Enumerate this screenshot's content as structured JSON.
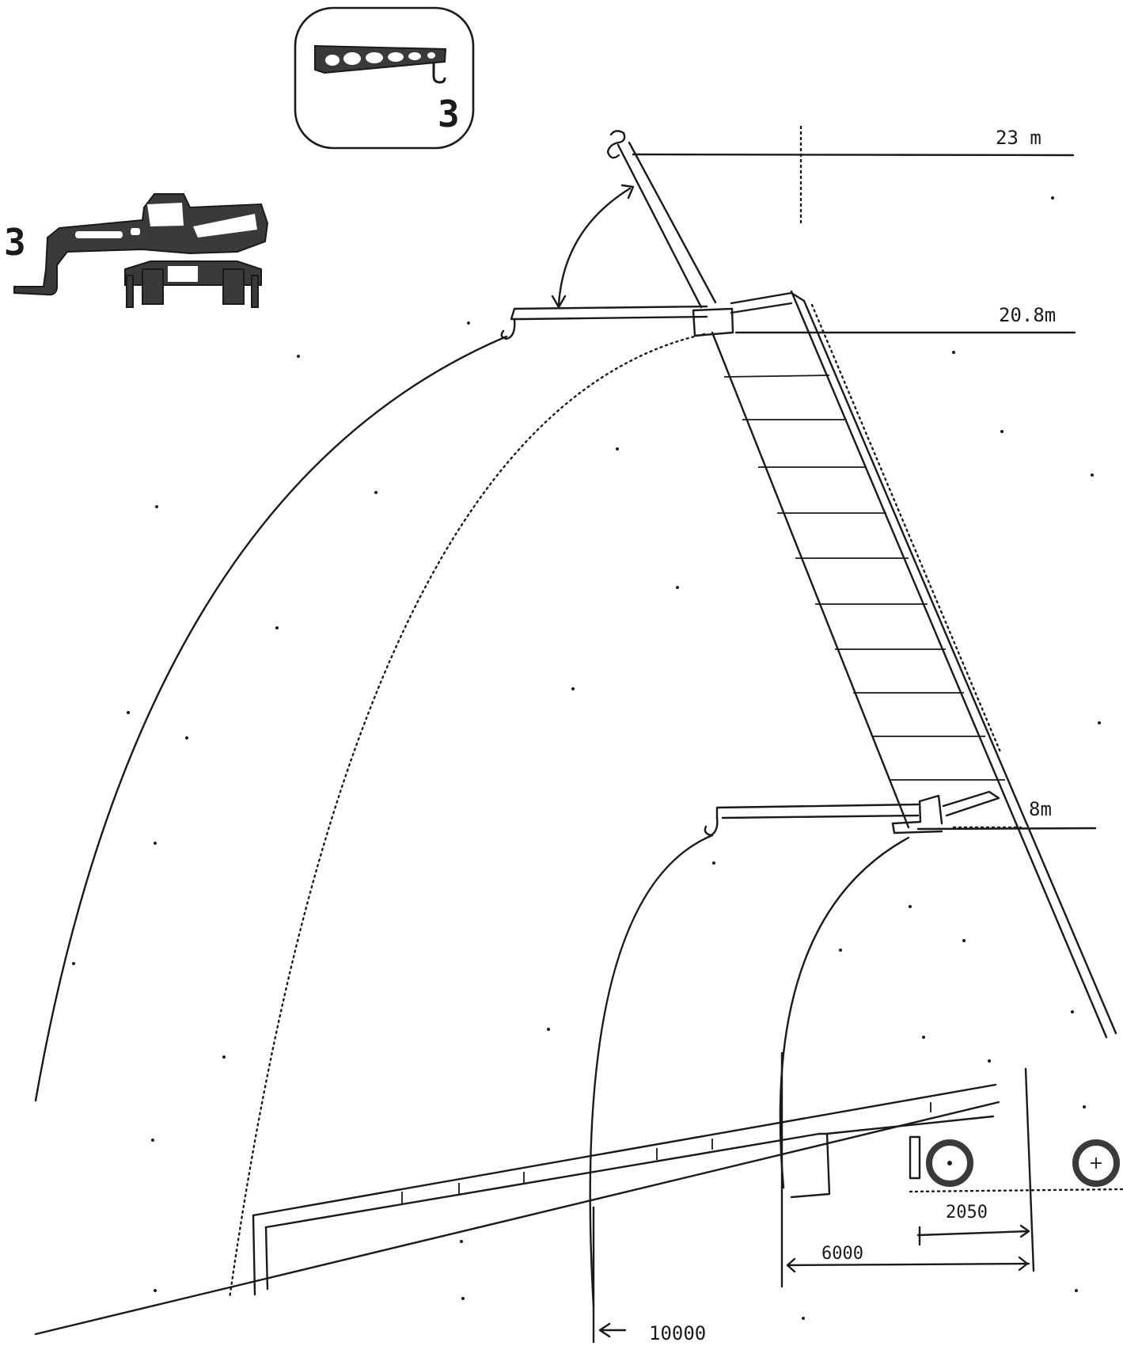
{
  "diagram": {
    "height_labels": {
      "h1": "23 m",
      "h2": "20.8m",
      "h3": "8m"
    },
    "dimensions": {
      "d1": "2050",
      "d2": "6000",
      "d3": "10000"
    },
    "icons": {
      "boom_icon_label": "3",
      "machine_icon_label": "3"
    },
    "colors": {
      "ink": "#1a1a1a",
      "icon_fill": "#3a3a3a",
      "paper": "#ffffff"
    }
  }
}
